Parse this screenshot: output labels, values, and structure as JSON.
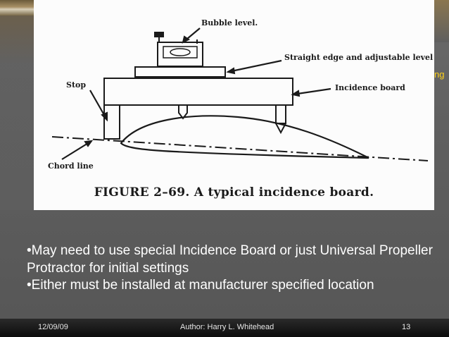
{
  "figure": {
    "labels": {
      "bubble_level": "Bubble level.",
      "straight_edge": "Straight edge and adjustable level",
      "stop": "Stop",
      "incidence_board": "Incidence board",
      "chord_line": "Chord line"
    },
    "caption": "FIGURE 2–69.  A typical incidence board."
  },
  "side_text_fragment": "ng",
  "bullets": [
    "•May need to use special Incidence Board or just Universal Propeller Protractor for initial settings",
    "•Either must be installed at manufacturer specified location"
  ],
  "footer": {
    "date": "12/09/09",
    "author": "Author:  Harry L. Whitehead",
    "page": "13"
  }
}
